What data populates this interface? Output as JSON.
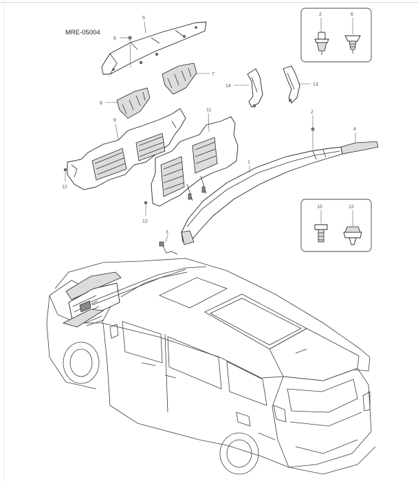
{
  "diagram": {
    "code": "MRE-05004",
    "callouts": [
      "1",
      "2",
      "3",
      "4",
      "5",
      "6",
      "7",
      "8",
      "9",
      "10",
      "11",
      "12",
      "13",
      "14"
    ],
    "insets": [
      {
        "items": [
          "2",
          "6"
        ]
      },
      {
        "items": [
          "10",
          "12"
        ]
      }
    ]
  }
}
